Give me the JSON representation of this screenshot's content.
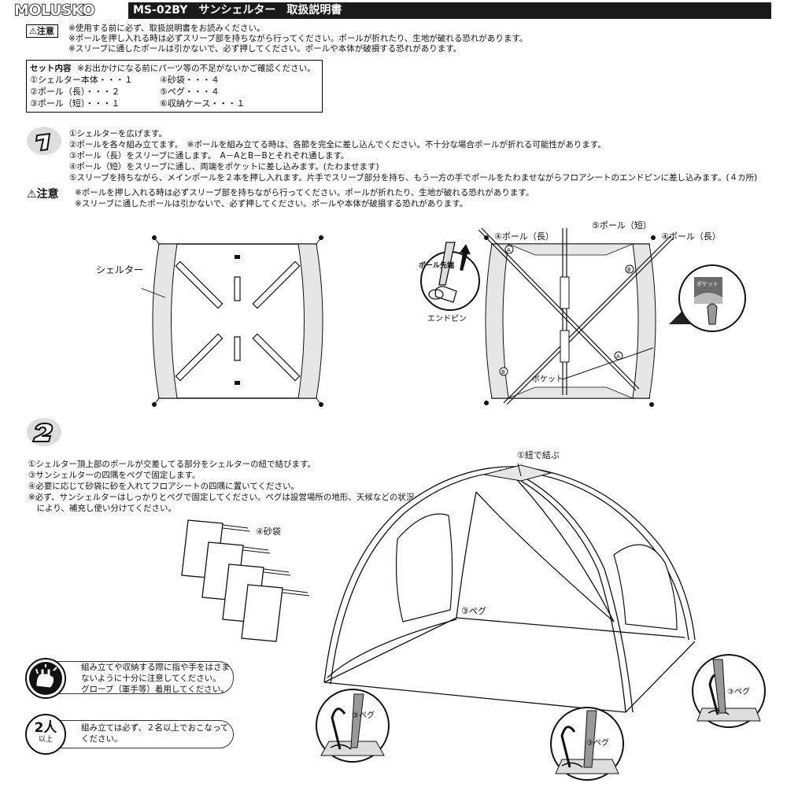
{
  "header": {
    "brand": "MOLUSKO",
    "title": "MS-02BY　サンシェルター　取扱説明書"
  },
  "top_caution": {
    "label": "注意",
    "lines": [
      "※使用する前に必ず、取扱説明書をお読みください。",
      "※ポールを押し入れる時は必ずスリーブ部を持ちながら行ってください。ポールが折れたり、生地が破れる恐れがあります。",
      "※スリーブに通したポールは引かないで、必ず押してください。ポールや本体が破損する恐れがあります。"
    ]
  },
  "set_contents": {
    "heading": "セット内容",
    "note": "※お出かけになる前にパーツ等の不足がないかご確認ください。",
    "col1": [
      "①シェルター本体・・・１",
      "②ポール（長）・・・２",
      "③ポール（短）・・・１"
    ],
    "col2": [
      "④砂袋・・・４",
      "⑤ペグ・・・４",
      "⑥収納ケース・・・１"
    ]
  },
  "step1": {
    "lines": [
      "①シェルターを広げます。",
      "②ポールを各々組み立てます。　※ポールを組み立てる時は、各節を完全に差し込んでください。不十分な場合ポールが折れる可能性があります。",
      "③ポール（長）をスリーブに通します。　A－AとB－Bとそれぞれ通します。",
      "④ポール（短）をスリーブに通し、両端をポケットに差し込みます。(たわませます)",
      "⑤スリーブを持ちながら、メインポールを２本を押し入れます。片手でスリーブ部分を持ち、もう一方の手でポールをたわませながらフロアシートのエンドピンに差し込みます。(４カ所)"
    ],
    "caution_label": "注意",
    "caution_lines": [
      "※ポールを押し入れる時は必ずスリーブ部を持ちながら行ってください。ポールが折れたり、生地が破れる恐れがあります。",
      "※スリーブに通したポールは引かないで、必ず押してください。ポールや本体が破損する恐れがあります。"
    ]
  },
  "diagram1": {
    "shelter_label": "シェルター",
    "pole_long_left": "④ポール（長）",
    "pole_short": "⑤ポール（短）",
    "pole_long_right": "④ポール（長）",
    "pole_tip": "ポール先端",
    "end_pin": "エンドピン",
    "pocket": "ポケット",
    "pocket_zoom": "ポケット",
    "mark_a": "A",
    "mark_b": "B"
  },
  "step2": {
    "lines": [
      "①シェルター頂上部のポールが交差してる部分をシェルターの紐で結びます。",
      "③サンシェルターの四隅をペグで固定します。",
      "④必要に応じて砂袋に砂を入れてフロアシートの四隅に置いてください。",
      "※必ず、サンシェルターはしっかりとペグで固定してください。ペグは設営場所の地形、天候などの状況",
      "　により、補充し使い分けてください。"
    ]
  },
  "diagram2": {
    "tie_label": "①紐で結ぶ",
    "sandbag_label": "④砂袋",
    "peg_inner": "③ペグ",
    "peg_left": "③ペグ",
    "peg_center": "③ペグ",
    "peg_right": "③ペグ"
  },
  "warnings": [
    {
      "icon": "glove-hand-icon",
      "lines": [
        "組み立てや収納する際に指や手をはさま",
        "ないように十分に注意してください。",
        "グローブ（軍手等）着用してください。"
      ]
    },
    {
      "icon": "two-people-icon",
      "icon_text_num": "2人",
      "icon_text_sub": "以上",
      "lines": [
        "組み立ては必ず、２名以上でおこなって",
        "ください。"
      ]
    }
  ],
  "colors": {
    "ink": "#111111",
    "shade": "#e6e6e6",
    "titlebar": "#1a1a1a"
  }
}
